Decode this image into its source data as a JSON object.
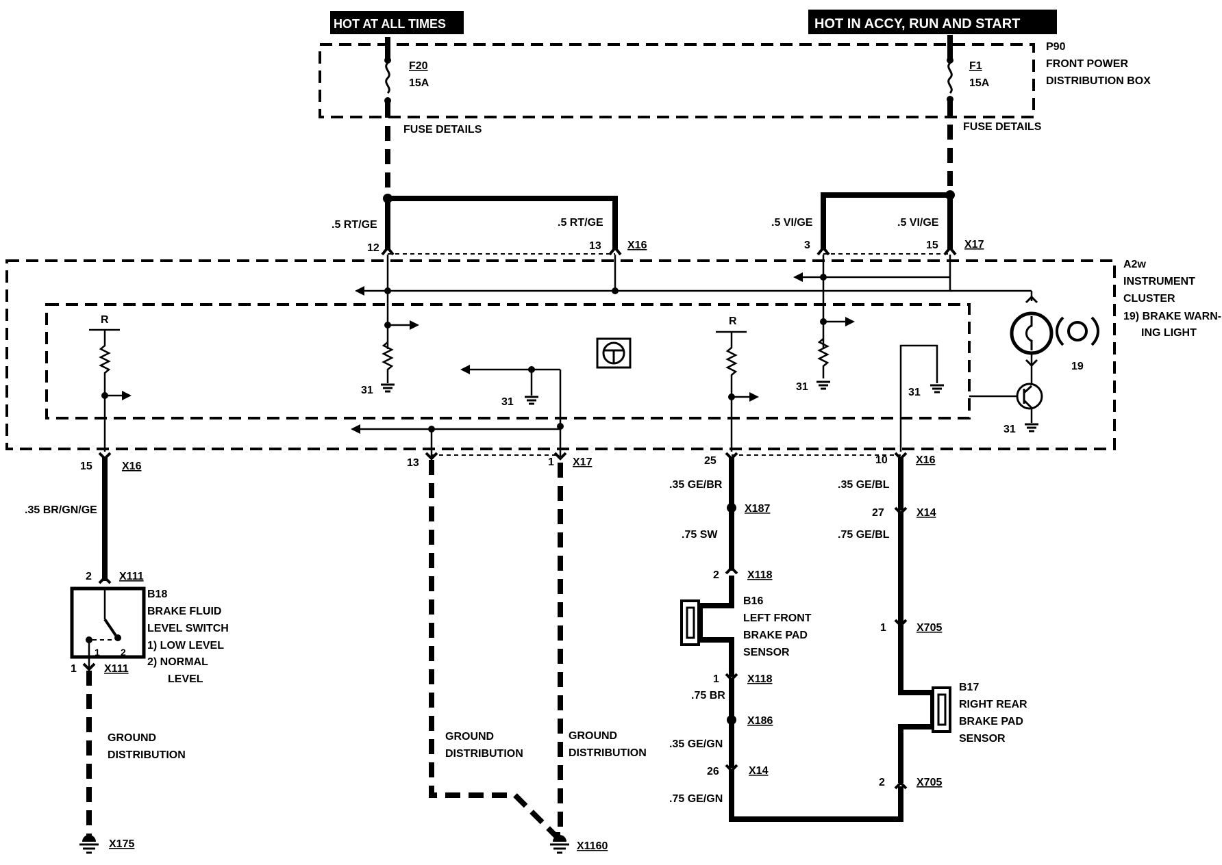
{
  "headers": {
    "hot_at_all_times": "HOT AT ALL TIMES",
    "hot_in_accy": "HOT IN ACCY, RUN AND START"
  },
  "p90": {
    "ref": "P90",
    "line1": "FRONT POWER",
    "line2": "DISTRIBUTION BOX",
    "fuse_left_name": "F20",
    "fuse_left_rating": "15A",
    "fuse_right_name": "F1",
    "fuse_right_rating": "15A",
    "fuse_details": "FUSE DETAILS"
  },
  "a2w": {
    "ref": "A2w",
    "line1": "INSTRUMENT",
    "line2": "CLUSTER",
    "item19_line1": "19) BRAKE WARN-",
    "item19_line2": "ING LIGHT",
    "item19_num": "19"
  },
  "wires": {
    "rt_ge": ".5 RT/GE",
    "vi_ge": ".5 VI/GE",
    "br_gn_ge": ".35 BR/GN/GE",
    "ge_br": ".35 GE/BR",
    "sw": ".75 SW",
    "br": ".75 BR",
    "ge_gn_35": ".35 GE/GN",
    "ge_gn_75": ".75 GE/GN",
    "ge_bl_35": ".35 GE/BL",
    "ge_bl_75": ".75 GE/BL"
  },
  "connectors": {
    "x16": "X16",
    "x17": "X17",
    "x111": "X111",
    "x187": "X187",
    "x118": "X118",
    "x186": "X186",
    "x14": "X14",
    "x705": "X705",
    "x175": "X175",
    "x1160": "X1160"
  },
  "pins": {
    "p12": "12",
    "p13": "13",
    "p3": "3",
    "p15": "15",
    "p1": "1",
    "p2": "2",
    "p25": "25",
    "p10": "10",
    "p27": "27",
    "p26": "26",
    "p31": "31",
    "r": "R"
  },
  "b18": {
    "ref": "B18",
    "line1": "BRAKE FLUID",
    "line2": "LEVEL SWITCH",
    "opt1": "1)   LOW LEVEL",
    "opt2a": "2)   NORMAL",
    "opt2b": "LEVEL"
  },
  "b16": {
    "ref": "B16",
    "line1": "LEFT FRONT",
    "line2": "BRAKE PAD",
    "line3": "SENSOR"
  },
  "b17": {
    "ref": "B17",
    "line1": "RIGHT REAR",
    "line2": "BRAKE PAD",
    "line3": "SENSOR"
  },
  "ground": {
    "line1": "GROUND",
    "line2": "DISTRIBUTION"
  }
}
